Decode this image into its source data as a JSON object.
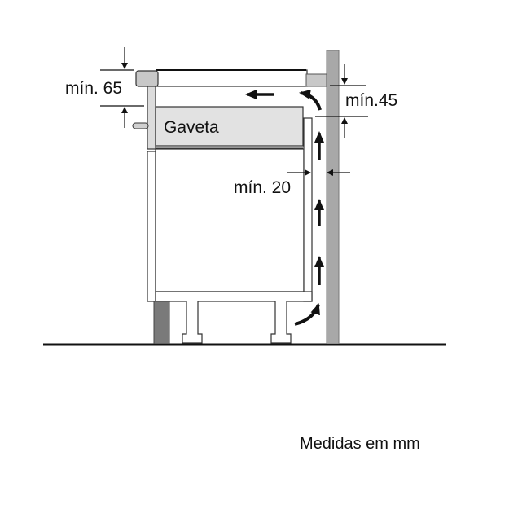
{
  "diagram": {
    "type": "installation-clearance-diagram",
    "labels": {
      "top_clearance": "mín. 65",
      "wall_gap_top": "mín.45",
      "rear_gap": "mín. 20",
      "drawer": "Gaveta",
      "units_note": "Medidas em mm"
    },
    "dimensions_mm": {
      "top_clearance_min": 65,
      "wall_gap_top_min": 45,
      "rear_ventilation_gap_min": 20
    },
    "colors": {
      "line": "#111111",
      "wall": "#a8a8a8",
      "drawer_fill": "#e2e2e2",
      "worktop_block": "#c8c8c8",
      "plinth": "#7a7a7a",
      "background": "#ffffff"
    },
    "airflow_arrows": {
      "count_up": 4,
      "curved": 2,
      "horizontal_left": 1
    }
  }
}
